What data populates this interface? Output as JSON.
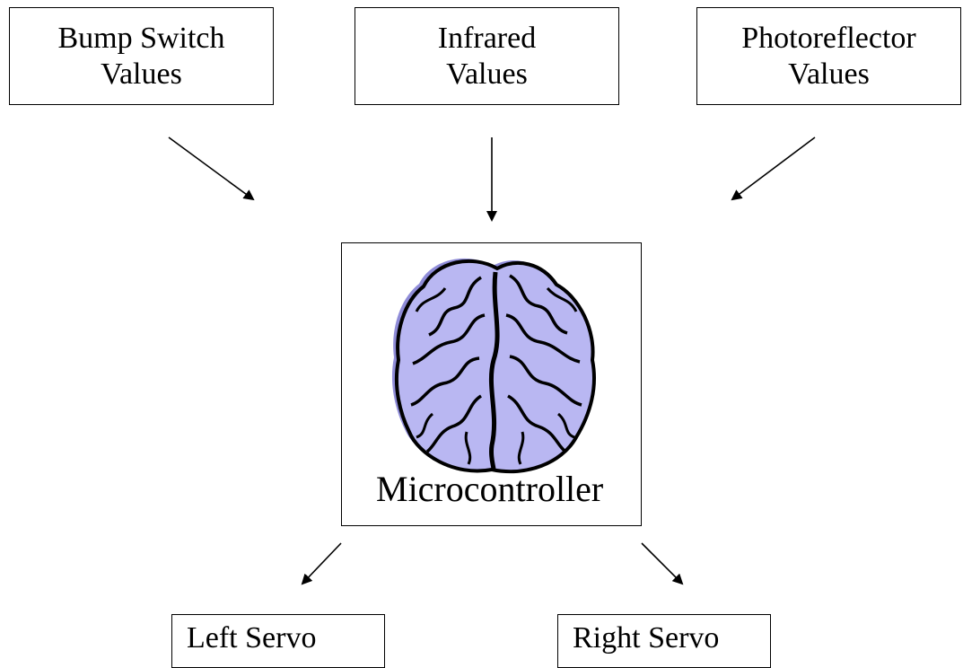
{
  "inputs": {
    "bump": {
      "line1": "Bump Switch",
      "line2": "Values"
    },
    "infrared": {
      "line1": "Infrared",
      "line2": "Values"
    },
    "photo": {
      "line1": "Photoreflector",
      "line2": "Values"
    }
  },
  "center": {
    "label": "Microcontroller",
    "icon": "brain-icon"
  },
  "outputs": {
    "left": "Left Servo",
    "right": "Right Servo"
  },
  "colors": {
    "brain_fill": "#b9b7f2",
    "brain_stroke": "#000000",
    "line": "#000000"
  }
}
